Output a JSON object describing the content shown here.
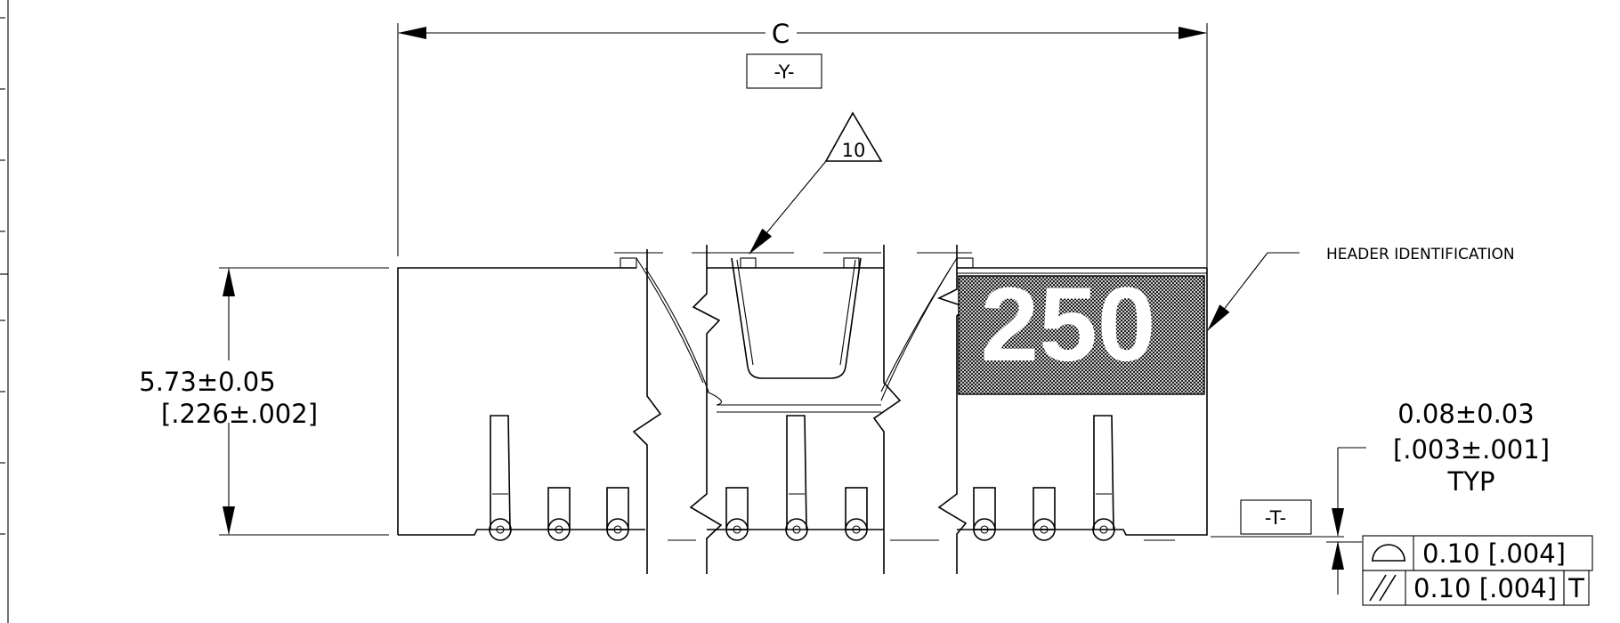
{
  "dimensions": {
    "overall_width": {
      "label": "C",
      "datum": "-Y-"
    },
    "height": {
      "metric": "5.73±0.05",
      "imperial": "[.226±.002]"
    },
    "pin_offset": {
      "metric": "0.08±0.03",
      "imperial": "[.003±.001]",
      "note": "TYP",
      "datum": "-T-"
    }
  },
  "note_flag": {
    "number": "10"
  },
  "header_identification": {
    "label": "HEADER IDENTIFICATION",
    "marking": "250"
  },
  "feature_control": [
    {
      "symbol": "profile-of-surface-icon",
      "tolerance": "0.10 [.004]",
      "datum": ""
    },
    {
      "symbol": "parallelism-icon",
      "tolerance": "0.10 [.004]",
      "datum": "T"
    }
  ]
}
